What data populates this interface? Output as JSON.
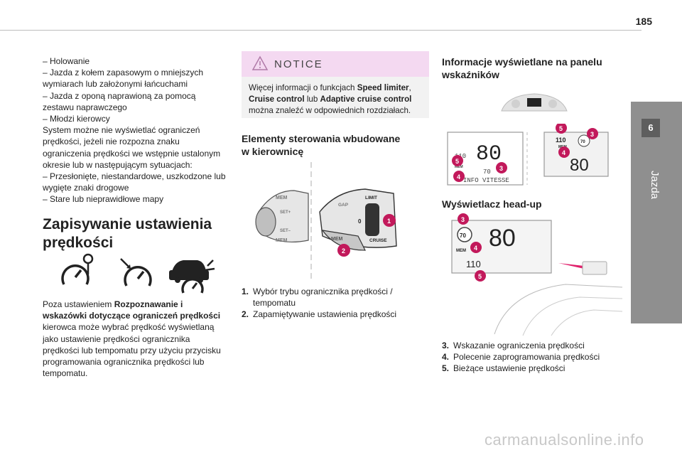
{
  "header": {
    "page_number": "185"
  },
  "side_tab": {
    "chapter_number": "6",
    "chapter_label": "Jazda"
  },
  "col1": {
    "lines": [
      "– Holowanie",
      "– Jazda z kołem zapasowym o mniejszych",
      "wymiarach lub założonymi łańcuchami",
      "– Jazda z oponą naprawioną za pomocą",
      "zestawu naprawczego",
      "– Młodzi kierowcy",
      "System możne nie wyświetlać ograniczeń",
      "prędkości, jeżeli nie rozpozna znaku",
      "ograniczenia prędkości we wstępnie ustalonym",
      "okresie lub w następującym sytuacjach:",
      "– Przesłonięte, niestandardowe, uszkodzone lub",
      "wygięte znaki drogowe",
      "– Stare lub nieprawidłowe mapy"
    ],
    "section_title_line1": "Zapisywanie ustawienia",
    "section_title_line2": "prędkości",
    "para_lines": [
      {
        "pre": "Poza ustawieniem ",
        "bold": "Rozpoznawanie i",
        "post": ""
      },
      {
        "pre": "",
        "bold": "wskazówki dotyczące ograniczeń prędkości",
        "post": ""
      },
      {
        "pre": "kierowca może wybrać prędkość wyświetlaną",
        "bold": "",
        "post": ""
      },
      {
        "pre": "jako ustawienie prędkości ogranicznika",
        "bold": "",
        "post": ""
      },
      {
        "pre": "prędkości lub tempomatu przy użyciu przycisku",
        "bold": "",
        "post": ""
      },
      {
        "pre": "programowania ogranicznika prędkości lub",
        "bold": "",
        "post": ""
      },
      {
        "pre": "tempomatu.",
        "bold": "",
        "post": ""
      }
    ]
  },
  "notice": {
    "title": "NOTICE",
    "line1_pre": "Więcej informacji o funkcjach ",
    "line1_bold": "Speed limiter",
    "line1_post": ",",
    "line2_bold1": "Cruise control",
    "line2_mid": " lub ",
    "line2_bold2": "Adaptive cruise control",
    "line3": "można znaleźć w odpowiednich rozdziałach."
  },
  "col2": {
    "sub_title_line1": "Elementy sterowania wbudowane",
    "sub_title_line2": "w kierownicę",
    "items": [
      {
        "n": "1.",
        "line1": "Wybór trybu ogranicznika prędkości /",
        "line2": "tempomatu"
      },
      {
        "n": "2.",
        "line1": "Zapamiętywanie ustawienia prędkości",
        "line2": ""
      }
    ],
    "stalk_labels": {
      "mem": "MEM",
      "set_plus": "SET+",
      "set_minus": "SET–",
      "gap": "GAP",
      "limit": "LIMIT",
      "zero": "0",
      "cruise": "CRUISE"
    }
  },
  "col3": {
    "sub_title_line1": "Informacje wyświetlane na panelu",
    "sub_title_line2": "wskaźników",
    "sub_title2": "Wyświetlacz head-up",
    "items": [
      {
        "n": "3.",
        "text": "Wskazanie ograniczenia prędkości"
      },
      {
        "n": "4.",
        "text": "Polecenie zaprogramowania prędkości"
      },
      {
        "n": "5.",
        "text": "Bieżące ustawienie prędkości"
      }
    ],
    "display": {
      "speed_big": "80",
      "set_speed": "110",
      "limit": "70",
      "mem": "MEM",
      "info": "INFO VITESSE"
    }
  },
  "callouts": {
    "c1": "1",
    "c2": "2",
    "c3": "3",
    "c4": "4",
    "c5": "5"
  },
  "footer": {
    "watermark": "carmanualsonline.info"
  }
}
